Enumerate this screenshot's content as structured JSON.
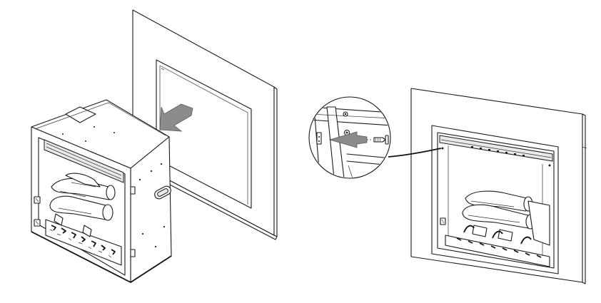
{
  "figure": {
    "left_panel": {
      "description_icon": "insert-arrow-icon",
      "parts": [
        "mantel-surround",
        "firebox-insert"
      ]
    },
    "right_panel": {
      "description_icon": "screw-arrow-icon",
      "parts": [
        "installed-firebox",
        "detail-callout"
      ]
    },
    "colors": {
      "line": "#1a1a1a",
      "arrow": "#8c8c8c",
      "background": "#ffffff"
    }
  }
}
